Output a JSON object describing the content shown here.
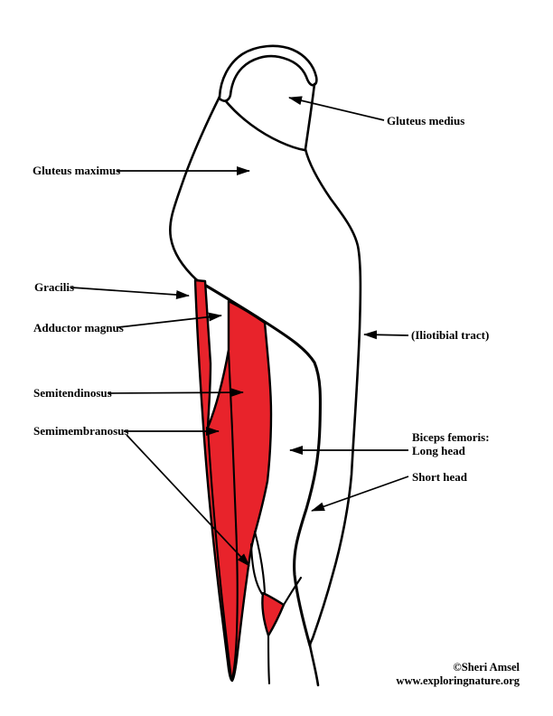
{
  "diagram": {
    "description": "Posterior thigh muscle diagram",
    "labels": {
      "gluteus_medius": "Gluteus medius",
      "gluteus_maximus": "Gluteus maximus",
      "gracilis": "Gracilis",
      "adductor_magnus": "Adductor magnus",
      "semitendinosus": "Semitendinosus",
      "semimembranosus": "Semimembranosus",
      "iliotibial_tract": "(Iliotibial tract)",
      "biceps_femoris": "Biceps femoris:",
      "long_head": "Long head",
      "short_head": "Short head"
    },
    "credit": {
      "author": "©Sheri Amsel",
      "website": "www.exploringnature.org"
    },
    "colors": {
      "muscle_highlight": "#e8232b",
      "outline": "#000000",
      "background": "#ffffff"
    }
  }
}
